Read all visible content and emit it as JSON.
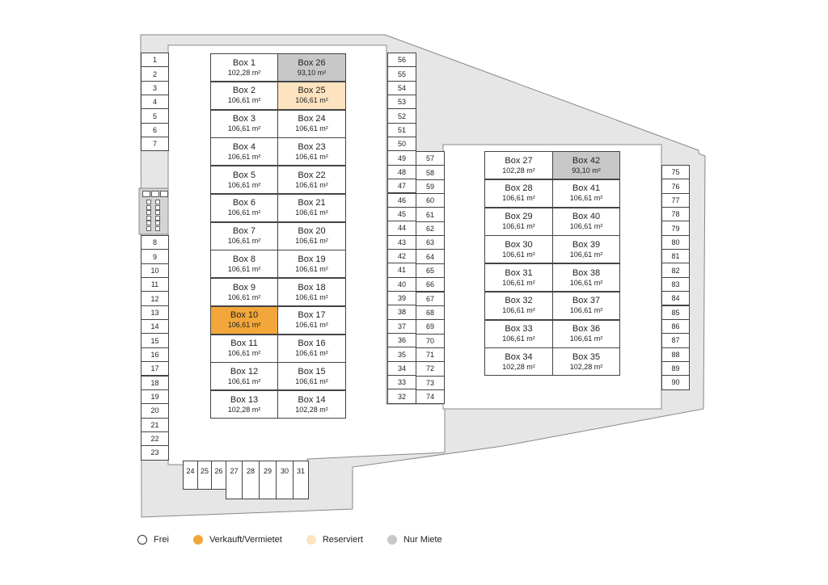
{
  "colors": {
    "frei": "#ffffff",
    "verkauft": "#f3a73a",
    "reserviert": "#fde3c0",
    "nur_miete": "#c8c8c8",
    "ground": "#e6e6e6",
    "stroke": "#444444"
  },
  "boxes": [
    {
      "name": "Box 1",
      "area": "102,28 m²",
      "status": "frei"
    },
    {
      "name": "Box 2",
      "area": "106,61 m²",
      "status": "frei"
    },
    {
      "name": "Box 3",
      "area": "106,61 m²",
      "status": "frei"
    },
    {
      "name": "Box 4",
      "area": "106,61 m²",
      "status": "frei"
    },
    {
      "name": "Box 5",
      "area": "106,61 m²",
      "status": "frei"
    },
    {
      "name": "Box 6",
      "area": "106,61 m²",
      "status": "frei"
    },
    {
      "name": "Box 7",
      "area": "106,61 m²",
      "status": "frei"
    },
    {
      "name": "Box 8",
      "area": "106,61 m²",
      "status": "frei"
    },
    {
      "name": "Box 9",
      "area": "106,61 m²",
      "status": "frei"
    },
    {
      "name": "Box 10",
      "area": "106,61 m²",
      "status": "verkauft"
    },
    {
      "name": "Box 11",
      "area": "106,61 m²",
      "status": "frei"
    },
    {
      "name": "Box 12",
      "area": "106,61 m²",
      "status": "frei"
    },
    {
      "name": "Box 13",
      "area": "102,28 m²",
      "status": "frei"
    },
    {
      "name": "Box 26",
      "area": "93,10 m²",
      "status": "nur_miete"
    },
    {
      "name": "Box 25",
      "area": "106,61 m²",
      "status": "reserviert"
    },
    {
      "name": "Box 24",
      "area": "106,61 m²",
      "status": "frei"
    },
    {
      "name": "Box 23",
      "area": "106,61 m²",
      "status": "frei"
    },
    {
      "name": "Box 22",
      "area": "106,61 m²",
      "status": "frei"
    },
    {
      "name": "Box 21",
      "area": "106,61 m²",
      "status": "frei"
    },
    {
      "name": "Box 20",
      "area": "106,61 m²",
      "status": "frei"
    },
    {
      "name": "Box 19",
      "area": "106,61 m²",
      "status": "frei"
    },
    {
      "name": "Box 18",
      "area": "106,61 m²",
      "status": "frei"
    },
    {
      "name": "Box 17",
      "area": "106,61 m²",
      "status": "frei"
    },
    {
      "name": "Box 16",
      "area": "106,61 m²",
      "status": "frei"
    },
    {
      "name": "Box 15",
      "area": "106,61 m²",
      "status": "frei"
    },
    {
      "name": "Box 14",
      "area": "102,28 m²",
      "status": "frei"
    },
    {
      "name": "Box 27",
      "area": "102,28 m²",
      "status": "frei"
    },
    {
      "name": "Box 28",
      "area": "106,61 m²",
      "status": "frei"
    },
    {
      "name": "Box 29",
      "area": "106,61 m²",
      "status": "frei"
    },
    {
      "name": "Box 30",
      "area": "106,61 m²",
      "status": "frei"
    },
    {
      "name": "Box 31",
      "area": "106,61 m²",
      "status": "frei"
    },
    {
      "name": "Box 32",
      "area": "106,61 m²",
      "status": "frei"
    },
    {
      "name": "Box 33",
      "area": "106,61 m²",
      "status": "frei"
    },
    {
      "name": "Box 34",
      "area": "102,28 m²",
      "status": "frei"
    },
    {
      "name": "Box 42",
      "area": "93,10 m²",
      "status": "nur_miete"
    },
    {
      "name": "Box 41",
      "area": "106,61 m²",
      "status": "frei"
    },
    {
      "name": "Box 40",
      "area": "106,61 m²",
      "status": "frei"
    },
    {
      "name": "Box 39",
      "area": "106,61 m²",
      "status": "frei"
    },
    {
      "name": "Box 38",
      "area": "106,61 m²",
      "status": "frei"
    },
    {
      "name": "Box 37",
      "area": "106,61 m²",
      "status": "frei"
    },
    {
      "name": "Box 36",
      "area": "106,61 m²",
      "status": "frei"
    },
    {
      "name": "Box 35",
      "area": "102,28 m²",
      "status": "frei"
    }
  ],
  "parking": {
    "left_top": [
      "1",
      "2",
      "3",
      "4",
      "5",
      "6",
      "7"
    ],
    "left_bottom": [
      "8",
      "9",
      "10",
      "11",
      "12",
      "13",
      "14",
      "15",
      "16",
      "17",
      "18",
      "19",
      "20",
      "21",
      "22",
      "23"
    ],
    "bottom": [
      "24",
      "25",
      "26",
      "27",
      "28",
      "29",
      "30",
      "31"
    ],
    "middle_outer": [
      "56",
      "55",
      "54",
      "53",
      "52",
      "51",
      "50",
      "49",
      "48",
      "47",
      "46",
      "45",
      "44",
      "43",
      "42",
      "41",
      "40",
      "39",
      "38",
      "37",
      "36",
      "35",
      "34",
      "33",
      "32"
    ],
    "middle_inner": [
      "57",
      "58",
      "59",
      "60",
      "61",
      "62",
      "63",
      "64",
      "65",
      "66",
      "67",
      "68",
      "69",
      "70",
      "71",
      "72",
      "73",
      "74"
    ],
    "right": [
      "75",
      "76",
      "77",
      "78",
      "79",
      "80",
      "81",
      "82",
      "83",
      "84",
      "85",
      "86",
      "87",
      "88",
      "89",
      "90"
    ]
  },
  "legend": [
    {
      "label": "Frei",
      "color": "#ffffff"
    },
    {
      "label": "Verkauft/Vermietet",
      "color": "#f3a73a"
    },
    {
      "label": "Reserviert",
      "color": "#fde3c0"
    },
    {
      "label": "Nur Miete",
      "color": "#c8c8c8"
    }
  ]
}
